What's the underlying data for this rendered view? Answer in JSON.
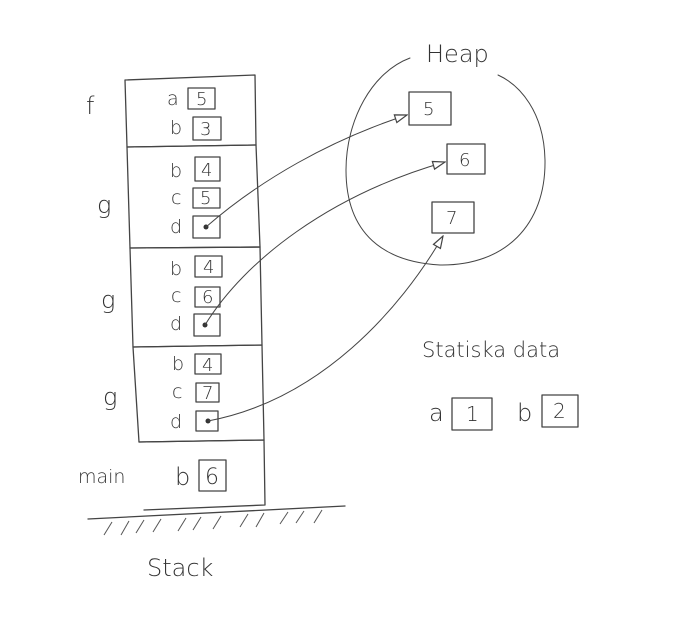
{
  "stack": {
    "title": "Stack",
    "frames": [
      {
        "name": "f",
        "vars": [
          {
            "name": "a",
            "value": "5"
          },
          {
            "name": "b",
            "value": "3"
          }
        ]
      },
      {
        "name": "g",
        "vars": [
          {
            "name": "b",
            "value": "4"
          },
          {
            "name": "c",
            "value": "5"
          },
          {
            "name": "d",
            "value": "•",
            "pointer_to": "heap-5"
          }
        ]
      },
      {
        "name": "g",
        "vars": [
          {
            "name": "b",
            "value": "4"
          },
          {
            "name": "c",
            "value": "6"
          },
          {
            "name": "d",
            "value": "•",
            "pointer_to": "heap-6"
          }
        ]
      },
      {
        "name": "g",
        "vars": [
          {
            "name": "b",
            "value": "4"
          },
          {
            "name": "c",
            "value": "7"
          },
          {
            "name": "d",
            "value": "•",
            "pointer_to": "heap-7"
          }
        ]
      },
      {
        "name": "main",
        "vars": [
          {
            "name": "b",
            "value": "6"
          }
        ]
      }
    ]
  },
  "heap": {
    "title": "Heap",
    "objects": [
      {
        "id": "heap-5",
        "value": "5"
      },
      {
        "id": "heap-6",
        "value": "6"
      },
      {
        "id": "heap-7",
        "value": "7"
      }
    ]
  },
  "static_data": {
    "title": "Statiska data",
    "vars": [
      {
        "name": "a",
        "value": "1"
      },
      {
        "name": "b",
        "value": "2"
      }
    ]
  }
}
